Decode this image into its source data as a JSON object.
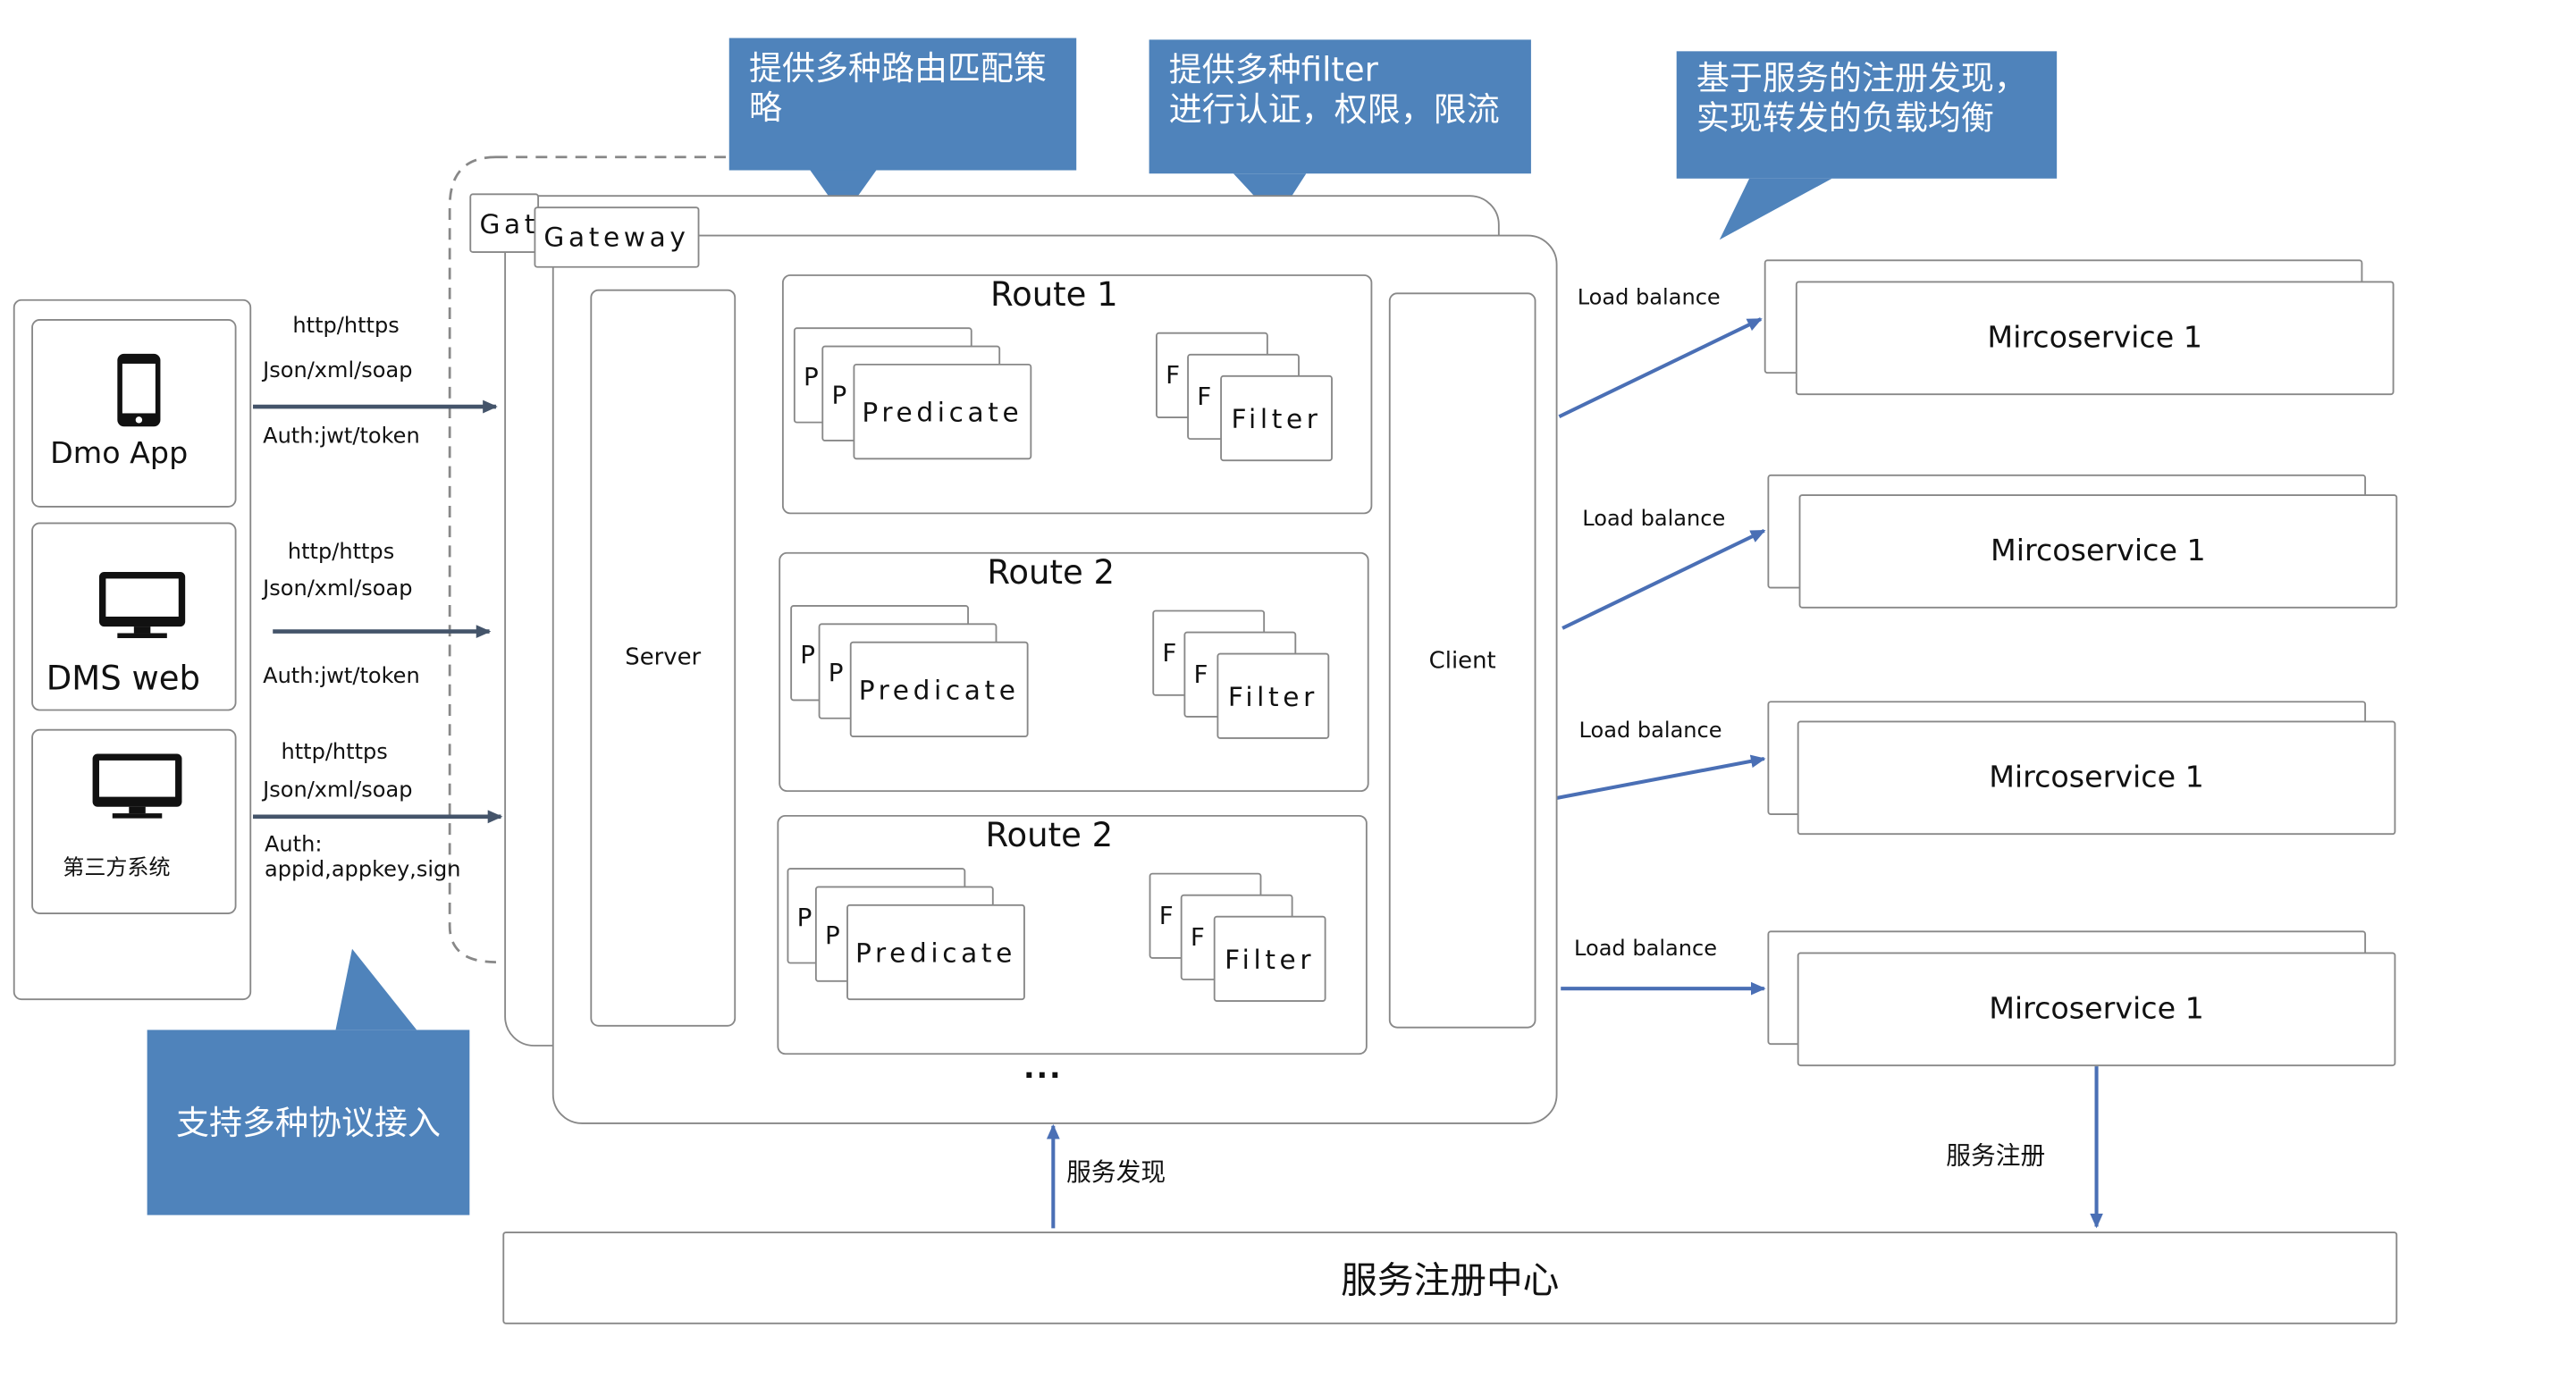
{
  "clients": [
    {
      "label": "Dmo App",
      "icon": "phone-icon",
      "protocol": "http/https",
      "format": "Json/xml/soap",
      "auth": "Auth:jwt/token"
    },
    {
      "label": "DMS web",
      "icon": "monitor-icon",
      "protocol": "http/https",
      "format": "Json/xml/soap",
      "auth": "Auth:jwt/token"
    },
    {
      "label": "第三方系统",
      "icon": "monitor-icon",
      "protocol": "http/https",
      "format": "Json/xml/soap",
      "auth": "Auth:\nappid,appkey,sign"
    }
  ],
  "callouts": {
    "protocols": "支持多种协议接入",
    "routing": "提供多种路由匹配策略",
    "filter": "提供多种filter\n进行认证，权限，限流",
    "load_balance": "基于服务的注册发现，\n实现转发的负载均衡"
  },
  "gateway": {
    "label": "Gateway",
    "back_label": "Gat",
    "server": "Server",
    "client": "Client",
    "ellipsis": "...",
    "routes": [
      {
        "title": "Route 1",
        "predicate": "Predicate",
        "predicate_stub": "P",
        "filter": "Filter",
        "filter_stub": "F"
      },
      {
        "title": "Route 2",
        "predicate": "Predicate",
        "predicate_stub": "P",
        "filter": "Filter",
        "filter_stub": "F"
      },
      {
        "title": "Route 2",
        "predicate": "Predicate",
        "predicate_stub": "P",
        "filter": "Filter",
        "filter_stub": "F"
      }
    ]
  },
  "services": [
    {
      "name": "Mircoservice 1",
      "arrow_label": "Load balance"
    },
    {
      "name": "Mircoservice 1",
      "arrow_label": "Load balance"
    },
    {
      "name": "Mircoservice 1",
      "arrow_label": "Load balance"
    },
    {
      "name": "Mircoservice 1",
      "arrow_label": "Load balance"
    }
  ],
  "registry": {
    "label": "服务注册中心",
    "discovery_label": "服务发现",
    "register_label": "服务注册"
  },
  "colors": {
    "callout": "#4f83bb",
    "arrow_blue": "#4a6fb5",
    "arrow_dark": "#44546a",
    "border": "#888888"
  }
}
